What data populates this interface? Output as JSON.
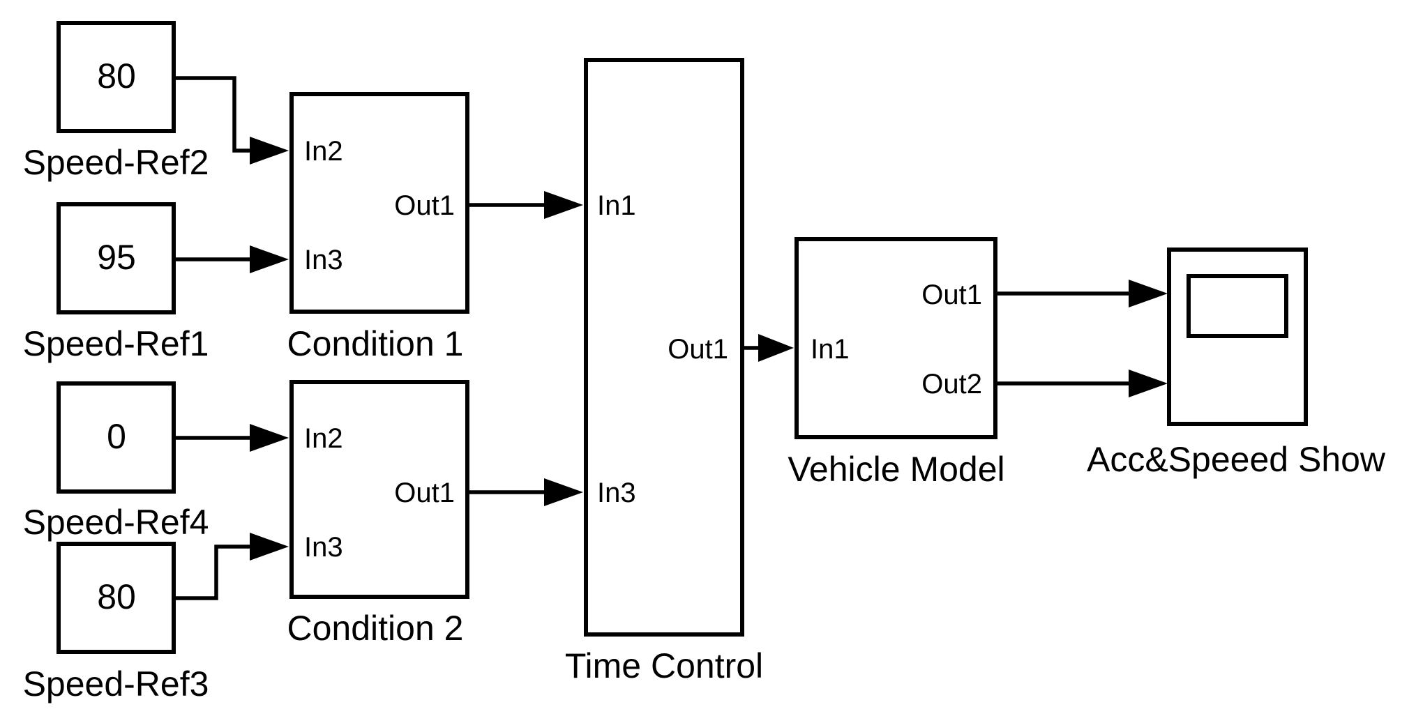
{
  "blocks": {
    "speed_ref2": {
      "value": "80",
      "label": "Speed-Ref2"
    },
    "speed_ref1": {
      "value": "95",
      "label": "Speed-Ref1"
    },
    "speed_ref4": {
      "value": "0",
      "label": "Speed-Ref4"
    },
    "speed_ref3": {
      "value": "80",
      "label": "Speed-Ref3"
    },
    "condition1": {
      "label": "Condition 1",
      "in_a": "In2",
      "in_b": "In3",
      "out": "Out1"
    },
    "condition2": {
      "label": "Condition 2",
      "in_a": "In2",
      "in_b": "In3",
      "out": "Out1"
    },
    "time_control": {
      "label": "Time Control",
      "in_a": "In1",
      "in_b": "In3",
      "out": "Out1"
    },
    "vehicle_model": {
      "label": "Vehicle Model",
      "in": "In1",
      "out1": "Out1",
      "out2": "Out2"
    },
    "scope": {
      "label": "Acc&Speeed Show"
    }
  }
}
